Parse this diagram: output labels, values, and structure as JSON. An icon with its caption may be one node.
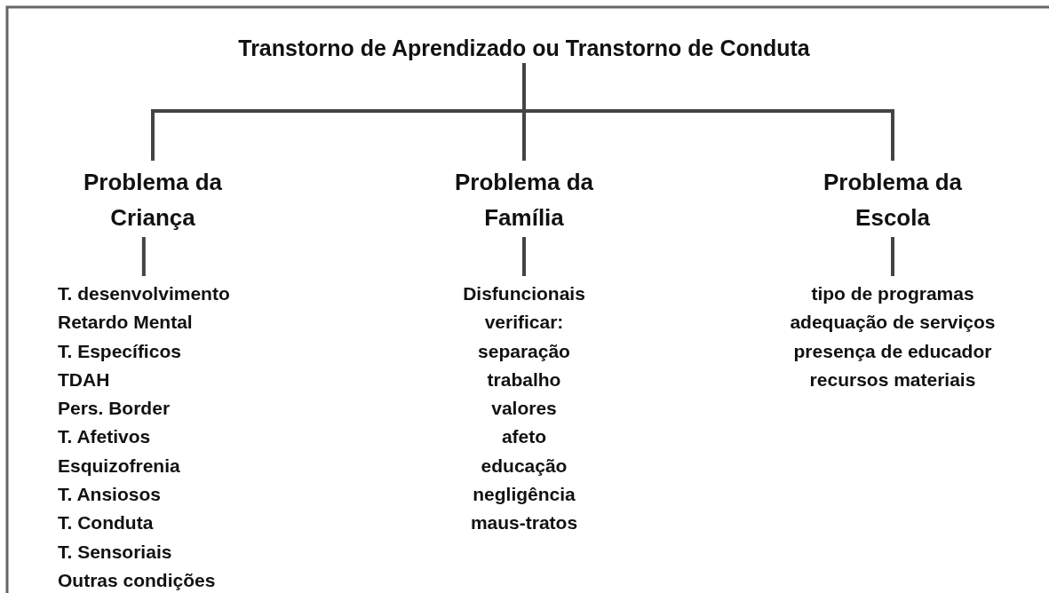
{
  "diagram": {
    "nodes": [
      {
        "text": [
          "Transtorno de Aprendizado ou Transtorno de Conduta"
        ]
      },
      {
        "text": [
          "Problema da Criança"
        ]
      },
      {
        "text": [
          "Problema da Família"
        ]
      },
      {
        "text": [
          "Problema da Escola"
        ]
      },
      {
        "text": [
          "T. desenvolvimento",
          "Retardo Mental",
          "T. Específicos",
          "TDAH",
          "Pers. Border",
          "T. Afetivos",
          "Esquizofrenia",
          "T. Ansiosos",
          "T. Conduta",
          "T. Sensoriais",
          "Outras condições"
        ]
      },
      {
        "text": [
          "Disfuncionais",
          "verificar:",
          "separação",
          "trabalho",
          "valores",
          "afeto",
          "educação",
          "negligência",
          "maus-tratos"
        ]
      },
      {
        "text": [
          "tipo de programas",
          "adequação de serviços",
          "presença de educador",
          "recursos materiais"
        ]
      }
    ],
    "edges": [
      {
        "from": 0,
        "to": 1,
        "arrow": "none"
      },
      {
        "from": 0,
        "to": 2,
        "arrow": "none"
      },
      {
        "from": 0,
        "to": 3,
        "arrow": "none"
      },
      {
        "from": 1,
        "to": 4,
        "arrow": "none"
      },
      {
        "from": 2,
        "to": 5,
        "arrow": "none"
      },
      {
        "from": 3,
        "to": 6,
        "arrow": "none"
      }
    ]
  }
}
